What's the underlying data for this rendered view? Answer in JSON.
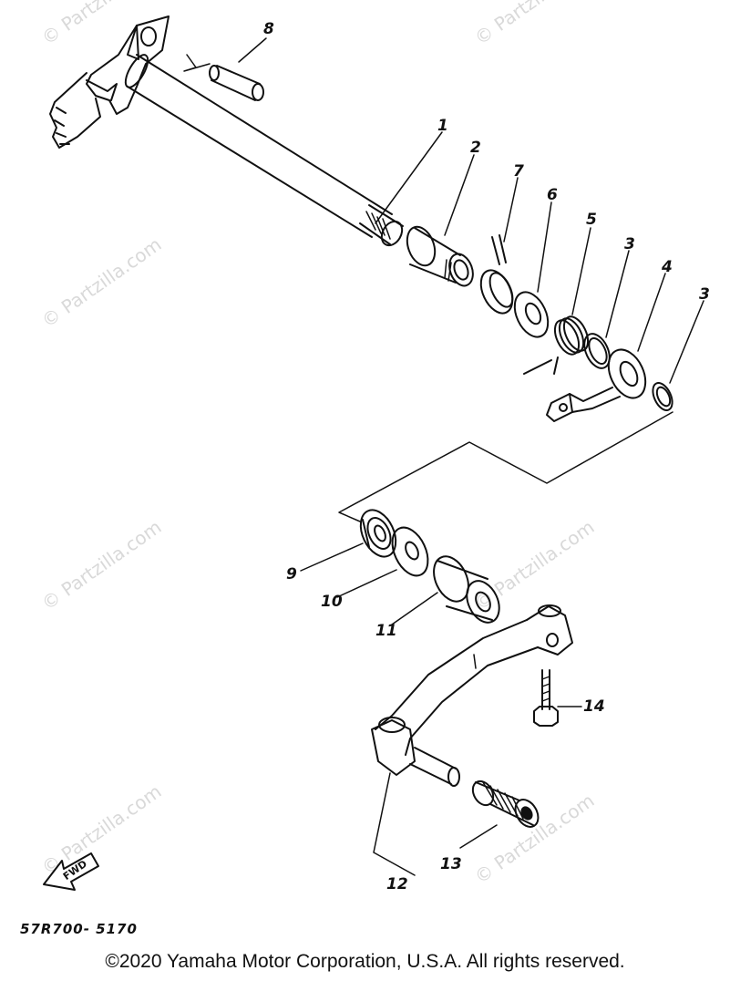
{
  "watermark": "© Partzilla.com",
  "callouts": {
    "p1": "1",
    "p2": "2",
    "p3a": "3",
    "p3b": "3",
    "p4": "4",
    "p5": "5",
    "p6": "6",
    "p7": "7",
    "p8": "8",
    "p9": "9",
    "p10": "10",
    "p11": "11",
    "p12": "12",
    "p13": "13",
    "p14": "14"
  },
  "fwd_label": "FWD",
  "diagram_code": "57R700- 5170",
  "copyright": "©2020 Yamaha Motor Corporation, U.S.A. All rights reserved."
}
